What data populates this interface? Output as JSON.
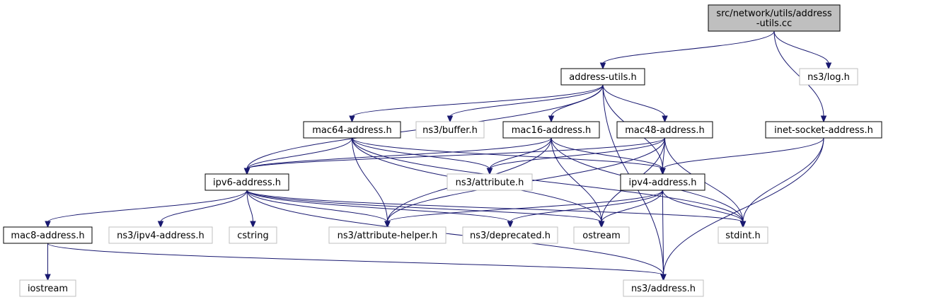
{
  "diagram": {
    "nodes": [
      {
        "id": "root",
        "label_lines": [
          "src/network/utils/address",
          "-utils.cc"
        ],
        "kind": "root"
      },
      {
        "id": "address-utils",
        "label_lines": [
          "address-utils.h"
        ],
        "kind": "internal"
      },
      {
        "id": "log",
        "label_lines": [
          "ns3/log.h"
        ],
        "kind": "external"
      },
      {
        "id": "mac64",
        "label_lines": [
          "mac64-address.h"
        ],
        "kind": "internal"
      },
      {
        "id": "buffer",
        "label_lines": [
          "ns3/buffer.h"
        ],
        "kind": "external"
      },
      {
        "id": "mac16",
        "label_lines": [
          "mac16-address.h"
        ],
        "kind": "internal"
      },
      {
        "id": "mac48",
        "label_lines": [
          "mac48-address.h"
        ],
        "kind": "internal"
      },
      {
        "id": "inet",
        "label_lines": [
          "inet-socket-address.h"
        ],
        "kind": "internal"
      },
      {
        "id": "ipv6",
        "label_lines": [
          "ipv6-address.h"
        ],
        "kind": "internal"
      },
      {
        "id": "attribute",
        "label_lines": [
          "ns3/attribute.h"
        ],
        "kind": "external"
      },
      {
        "id": "ipv4",
        "label_lines": [
          "ipv4-address.h"
        ],
        "kind": "internal"
      },
      {
        "id": "mac8",
        "label_lines": [
          "mac8-address.h"
        ],
        "kind": "internal"
      },
      {
        "id": "ipv4-ns3",
        "label_lines": [
          "ns3/ipv4-address.h"
        ],
        "kind": "external"
      },
      {
        "id": "cstring",
        "label_lines": [
          "cstring"
        ],
        "kind": "external"
      },
      {
        "id": "attr-helper",
        "label_lines": [
          "ns3/attribute-helper.h"
        ],
        "kind": "external"
      },
      {
        "id": "deprecated",
        "label_lines": [
          "ns3/deprecated.h"
        ],
        "kind": "external"
      },
      {
        "id": "ostream",
        "label_lines": [
          "ostream"
        ],
        "kind": "external"
      },
      {
        "id": "stdint",
        "label_lines": [
          "stdint.h"
        ],
        "kind": "external"
      },
      {
        "id": "iostream",
        "label_lines": [
          "iostream"
        ],
        "kind": "external"
      },
      {
        "id": "address",
        "label_lines": [
          "ns3/address.h"
        ],
        "kind": "external"
      }
    ],
    "edges": [
      [
        "root",
        "address-utils"
      ],
      [
        "root",
        "log"
      ],
      [
        "root",
        "inet"
      ],
      [
        "address-utils",
        "mac64"
      ],
      [
        "address-utils",
        "buffer"
      ],
      [
        "address-utils",
        "mac16"
      ],
      [
        "address-utils",
        "mac48"
      ],
      [
        "address-utils",
        "ipv6"
      ],
      [
        "address-utils",
        "ipv4"
      ],
      [
        "address-utils",
        "address"
      ],
      [
        "mac64",
        "ipv6"
      ],
      [
        "mac64",
        "attribute"
      ],
      [
        "mac64",
        "ipv4"
      ],
      [
        "mac64",
        "attr-helper"
      ],
      [
        "mac64",
        "ostream"
      ],
      [
        "mac64",
        "stdint"
      ],
      [
        "mac16",
        "ipv6"
      ],
      [
        "mac16",
        "attribute"
      ],
      [
        "mac16",
        "ipv4"
      ],
      [
        "mac16",
        "attr-helper"
      ],
      [
        "mac16",
        "ostream"
      ],
      [
        "mac16",
        "stdint"
      ],
      [
        "mac48",
        "ipv6"
      ],
      [
        "mac48",
        "attribute"
      ],
      [
        "mac48",
        "ipv4"
      ],
      [
        "mac48",
        "attr-helper"
      ],
      [
        "mac48",
        "ostream"
      ],
      [
        "mac48",
        "stdint"
      ],
      [
        "inet",
        "ipv4"
      ],
      [
        "inet",
        "stdint"
      ],
      [
        "inet",
        "address"
      ],
      [
        "ipv6",
        "mac8"
      ],
      [
        "ipv6",
        "ipv4-ns3"
      ],
      [
        "ipv6",
        "cstring"
      ],
      [
        "ipv6",
        "attr-helper"
      ],
      [
        "ipv6",
        "deprecated"
      ],
      [
        "ipv6",
        "ostream"
      ],
      [
        "ipv6",
        "stdint"
      ],
      [
        "ipv6",
        "address"
      ],
      [
        "ipv4",
        "attr-helper"
      ],
      [
        "ipv4",
        "deprecated"
      ],
      [
        "ipv4",
        "ostream"
      ],
      [
        "ipv4",
        "stdint"
      ],
      [
        "ipv4",
        "address"
      ],
      [
        "mac8",
        "iostream"
      ],
      [
        "mac8",
        "address"
      ]
    ]
  }
}
